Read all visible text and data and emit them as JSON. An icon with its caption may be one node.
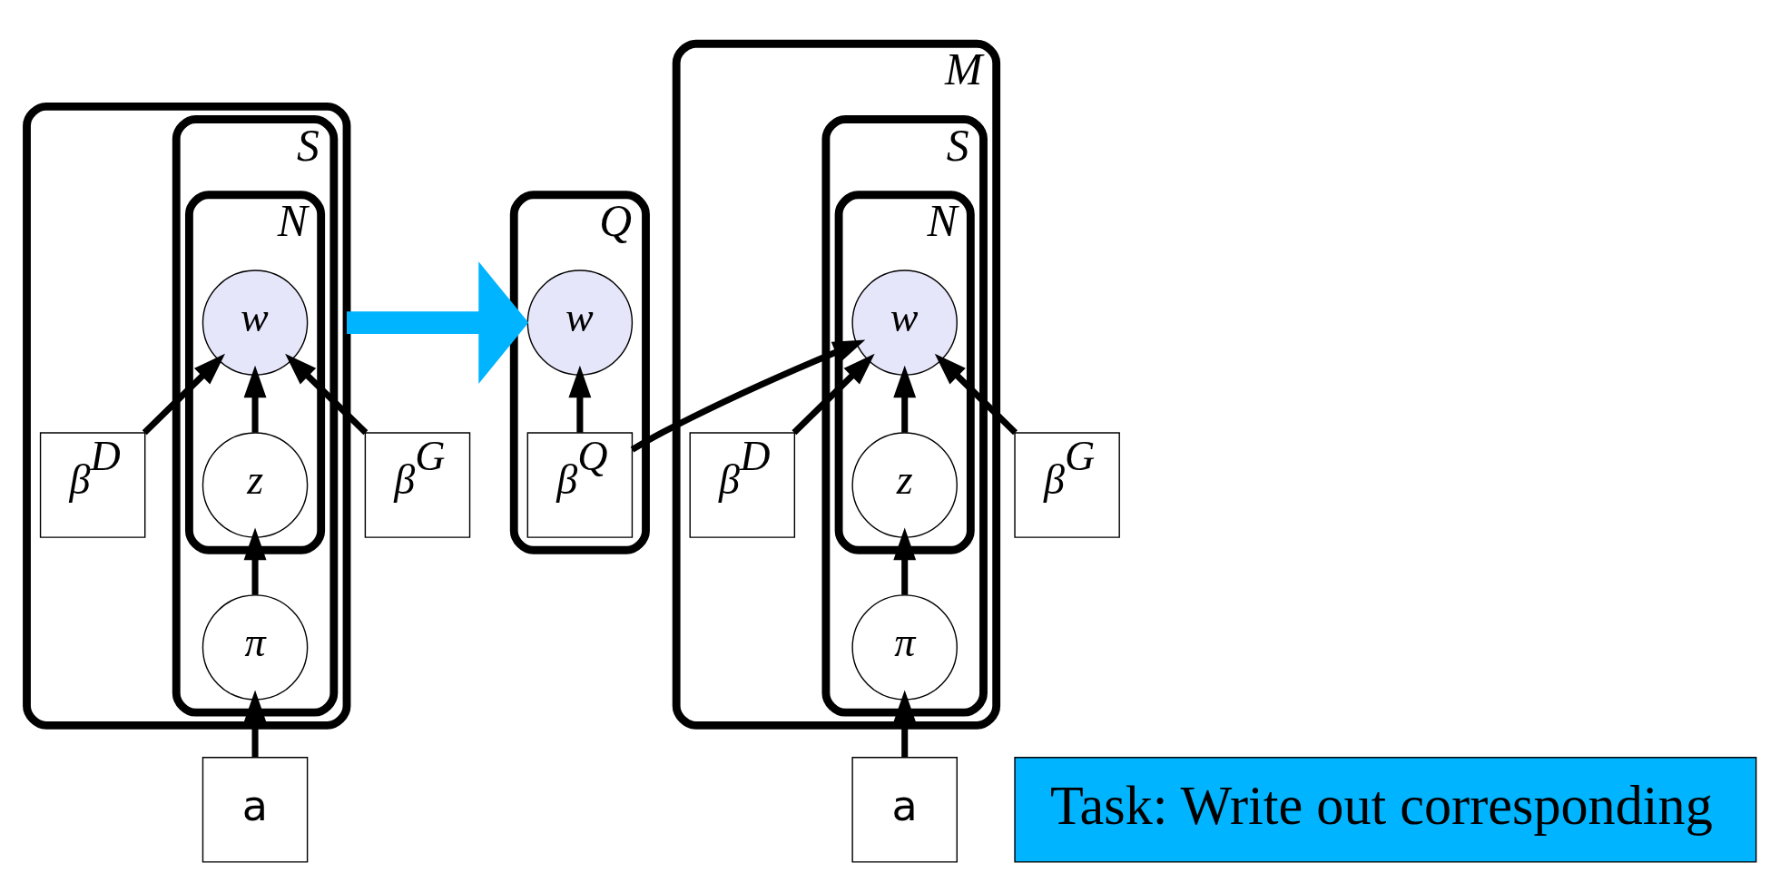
{
  "diagram": {
    "nodes": [
      {
        "text": [],
        "shape": "box"
      },
      {
        "text": [
          "S"
        ],
        "in": 0
      },
      {
        "text": [
          "N"
        ],
        "in": 1
      },
      {
        "text": [
          "w"
        ],
        "in": 2
      },
      {
        "text": [
          "z"
        ],
        "in": 2
      },
      {
        "text": [
          "π"
        ],
        "in": 1
      },
      {
        "text": [
          "β$^{G}$"
        ]
      },
      {
        "text": [
          "β$^{D}$"
        ],
        "in": 0
      },
      {
        "text": [
          "a"
        ]
      },
      {
        "text": [
          "Q"
        ]
      },
      {
        "text": [
          "w"
        ],
        "in": 9
      },
      {
        "text": [
          "β$^{Q}$"
        ],
        "in": 9
      },
      {
        "text": [
          "M"
        ]
      },
      {
        "text": [
          "S"
        ],
        "in": 12
      },
      {
        "text": [
          "N"
        ],
        "in": 13
      },
      {
        "text": [
          "w"
        ],
        "in": 14
      },
      {
        "text": [
          "z"
        ],
        "in": 14
      },
      {
        "text": [
          "π"
        ],
        "in": 13
      },
      {
        "text": [
          "β$^{G}$"
        ]
      },
      {
        "text": [
          "β$^{D}$"
        ],
        "in": 12
      },
      {
        "text": [
          "a"
        ]
      },
      {
        "text": [
          "Task: Write out corresponding"
        ]
      }
    ],
    "edges": [
      {
        "from": 6,
        "to": 3,
        "arrow": "to"
      },
      {
        "from": 7,
        "to": 3,
        "arrow": "to"
      },
      {
        "from": 4,
        "to": 3,
        "arrow": "to"
      },
      {
        "from": 5,
        "to": 4,
        "arrow": "to"
      },
      {
        "from": 8,
        "to": 5,
        "arrow": "to"
      },
      {
        "from": 0,
        "to": 9,
        "arrow": "to",
        "style": "thick",
        "color": "#00b4ff"
      },
      {
        "from": 11,
        "to": 10,
        "arrow": "to"
      },
      {
        "from": 11,
        "to": 15,
        "arrow": "to"
      },
      {
        "from": 18,
        "to": 15,
        "arrow": "to"
      },
      {
        "from": 19,
        "to": 15,
        "arrow": "to"
      },
      {
        "from": 16,
        "to": 15,
        "arrow": "to"
      },
      {
        "from": 17,
        "to": 16,
        "arrow": "to"
      },
      {
        "from": 20,
        "to": 17,
        "arrow": "to"
      }
    ]
  }
}
